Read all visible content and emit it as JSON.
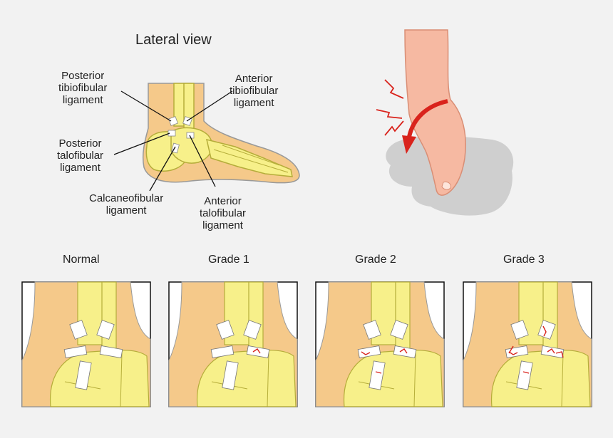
{
  "title": "Lateral view",
  "labels": {
    "posterior_tibiofibular": [
      "Posterior",
      "tibiofibular",
      "ligament"
    ],
    "anterior_tibiofibular": [
      "Anterior",
      "tibiofibular",
      "ligament"
    ],
    "posterior_talofibular": [
      "Posterior",
      "talofibular",
      "ligament"
    ],
    "calcaneofibular": [
      "Calcaneofibular",
      "ligament"
    ],
    "anterior_talofibular": [
      "Anterior",
      "talofibular",
      "ligament"
    ]
  },
  "grades": [
    "Normal",
    "Grade 1",
    "Grade 2",
    "Grade 3"
  ],
  "colors": {
    "background": "#f2f2f2",
    "skin": "#f5c98a",
    "bone": "#f7f08a",
    "bone_outline": "#b5ad3a",
    "ligament": "#ffffff",
    "injury_arrow": "#d9231c",
    "foot_skin": "#f6b9a2",
    "shadow": "#cfcfcf"
  }
}
